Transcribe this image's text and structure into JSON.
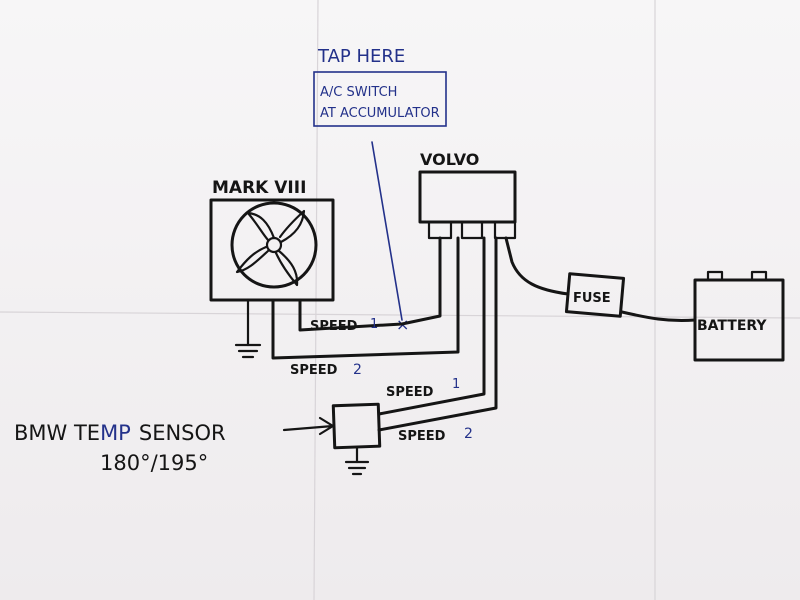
{
  "labels": {
    "tap_here": "TAP HERE",
    "ac_switch_line1": "A/C SWITCH",
    "ac_switch_line2": "AT ACCUMULATOR",
    "mark_viii": "MARK VIII",
    "volvo": "VOLVO",
    "fuse": "FUSE",
    "battery": "BATTERY",
    "speed": "SPEED",
    "one": "1",
    "two": "2",
    "sensor_prefix": "BMW TE",
    "sensor_mp": "MP",
    "sensor_suffix": "SENSOR",
    "sensor_temps": "180°/195°"
  },
  "colors": {
    "ink": "#151515",
    "blue_ink": "#23318a",
    "paper": "#f3f1f2"
  }
}
